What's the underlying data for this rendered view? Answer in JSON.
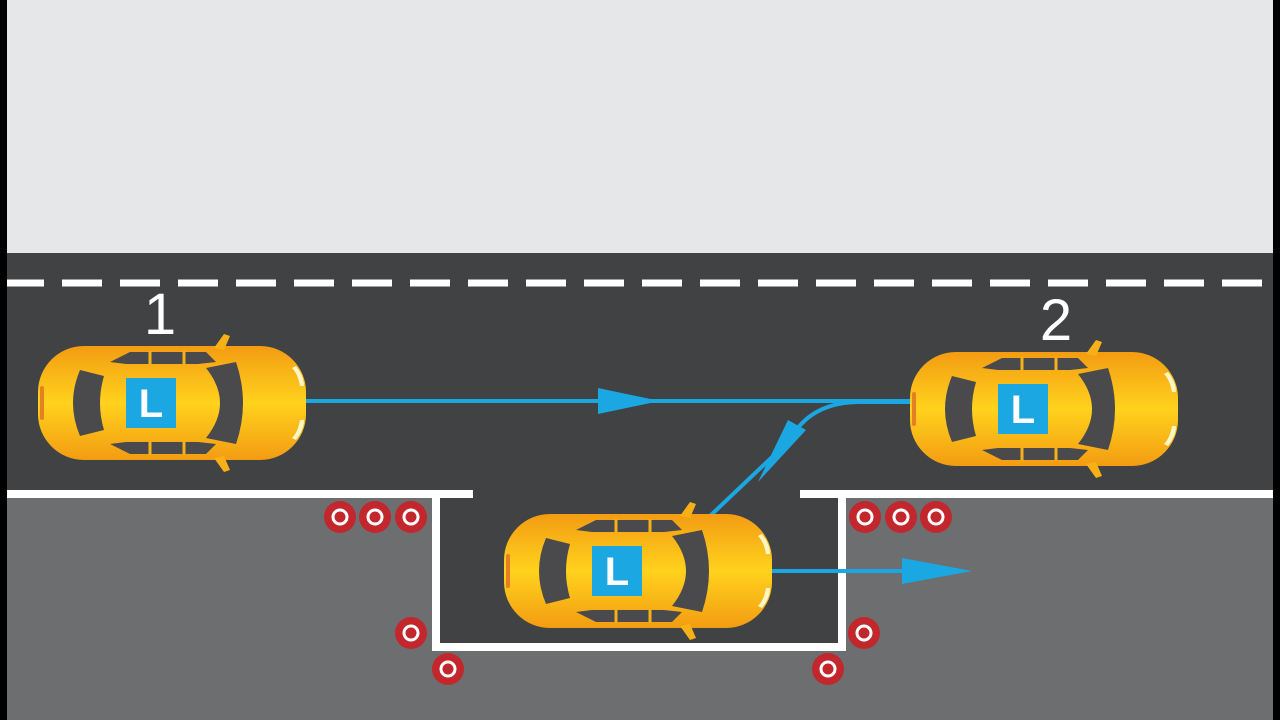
{
  "labels": {
    "position_1": "1",
    "position_2": "2"
  },
  "cars": [
    {
      "id": "car-1",
      "plate": "L"
    },
    {
      "id": "car-2",
      "plate": "L"
    },
    {
      "id": "car-parked",
      "plate": "L"
    }
  ],
  "colors": {
    "sky": "#e6e7e8",
    "road": "#414244",
    "curb_area": "#6d6e70",
    "lane_marking": "#ffffff",
    "car_body": "#f7b116",
    "car_body_highlight": "#ffd21d",
    "car_glass": "#4a4a4c",
    "plate_background": "#1ba7e1",
    "path_arrow": "#1ba7e1",
    "cone": "#c1272d"
  },
  "icons": {
    "cone_marker": "circle-ring-icon",
    "direction_arrow": "arrowhead-icon"
  }
}
